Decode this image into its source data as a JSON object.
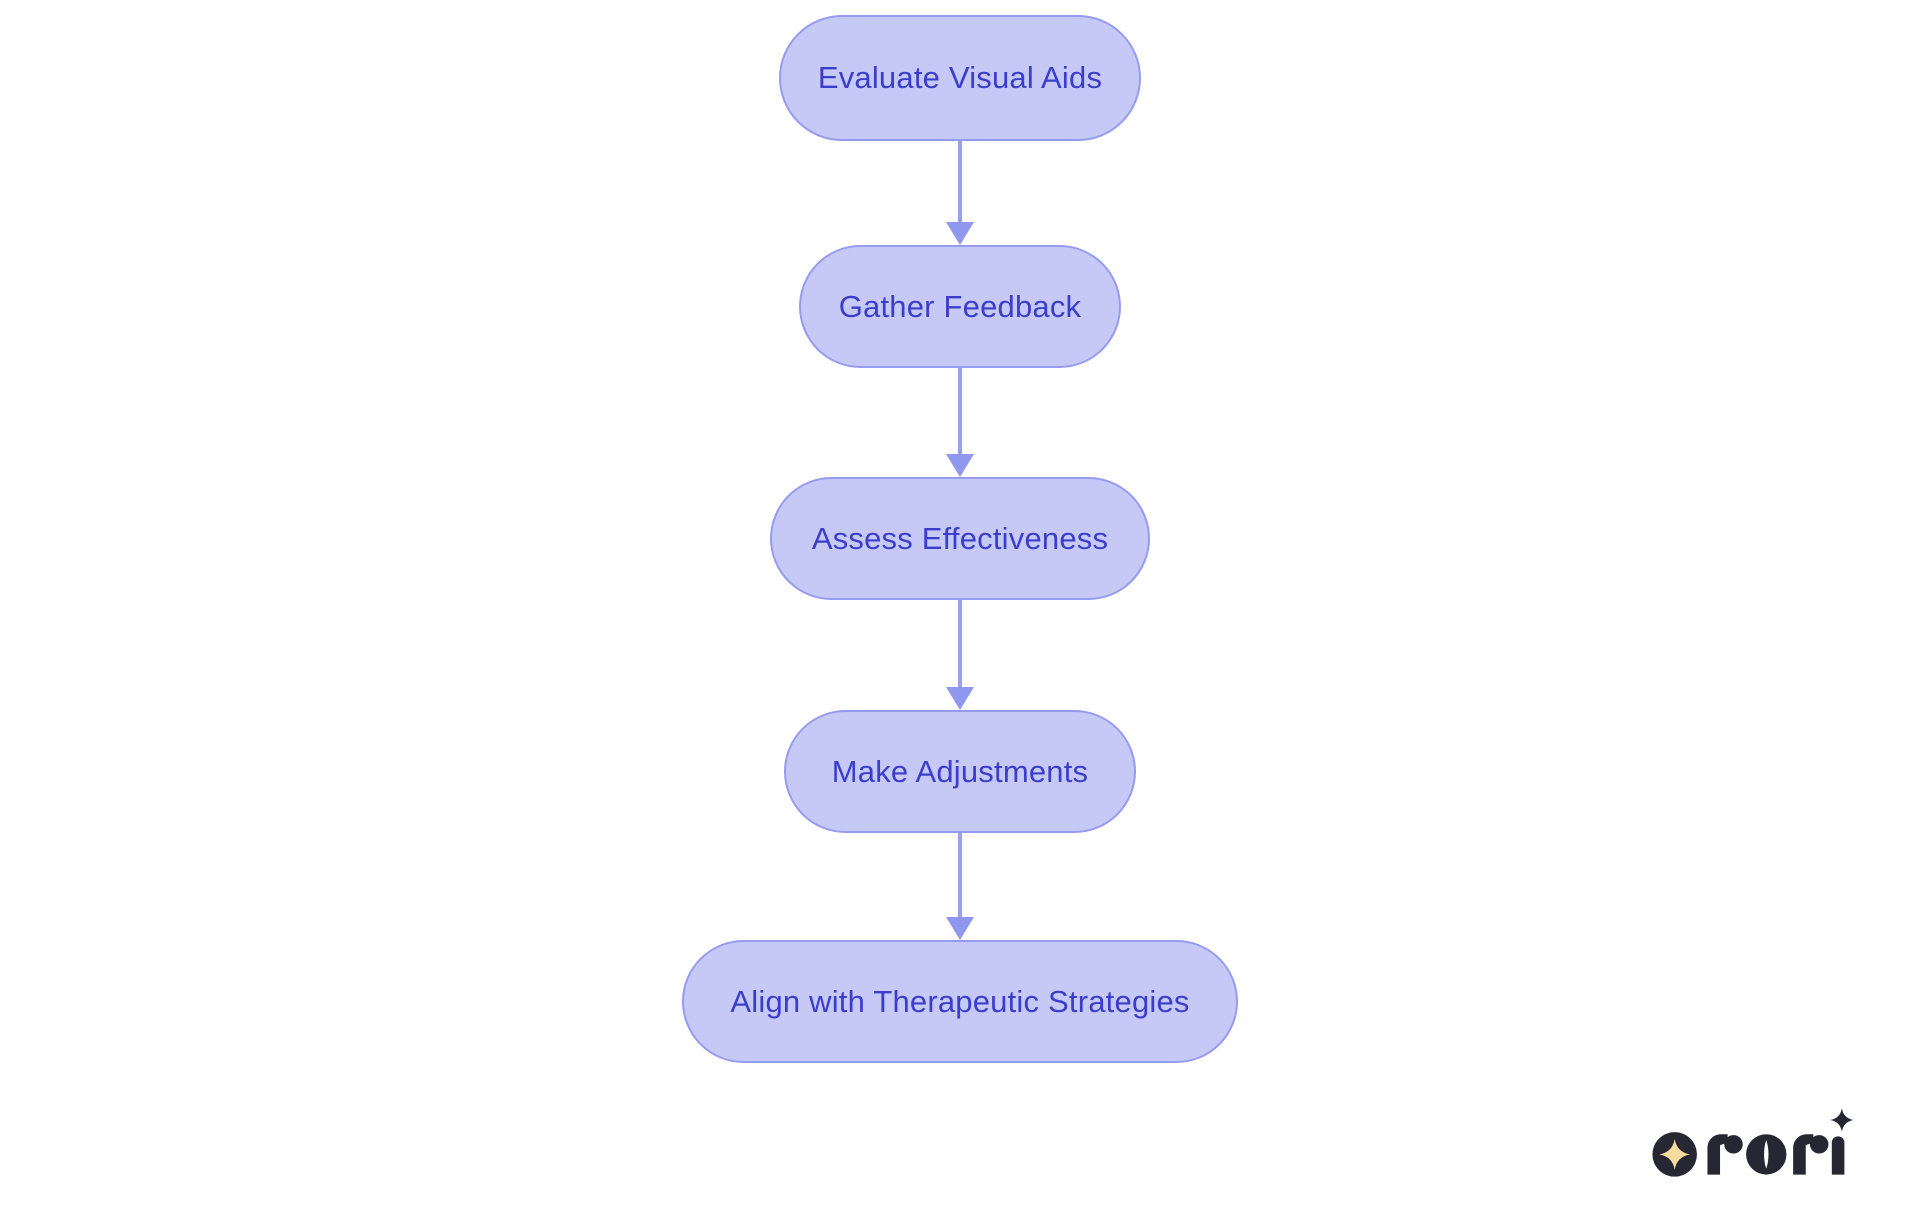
{
  "diagram": {
    "type": "flowchart",
    "direction": "top-down",
    "nodes": [
      {
        "label": "Evaluate Visual Aids"
      },
      {
        "label": "Gather Feedback"
      },
      {
        "label": "Assess Effectiveness"
      },
      {
        "label": "Make Adjustments"
      },
      {
        "label": "Align with Therapeutic Strategies"
      }
    ],
    "edges": [
      {
        "from": "Evaluate Visual Aids",
        "to": "Gather Feedback"
      },
      {
        "from": "Gather Feedback",
        "to": "Assess Effectiveness"
      },
      {
        "from": "Assess Effectiveness",
        "to": "Make Adjustments"
      },
      {
        "from": "Make Adjustments",
        "to": "Align with Therapeutic Strategies"
      }
    ],
    "colors": {
      "node_fill": "#c6c9f6",
      "node_border": "#959cf0",
      "node_text": "#3a3ecb",
      "arrow": "#8f97ef",
      "background": "#ffffff"
    }
  },
  "branding": {
    "logo_text": "rori",
    "badge_icon": "four-point-star",
    "i_dot_icon": "sparkle",
    "logo_colors": {
      "mark": "#272633",
      "star": "#f5db9e"
    }
  }
}
